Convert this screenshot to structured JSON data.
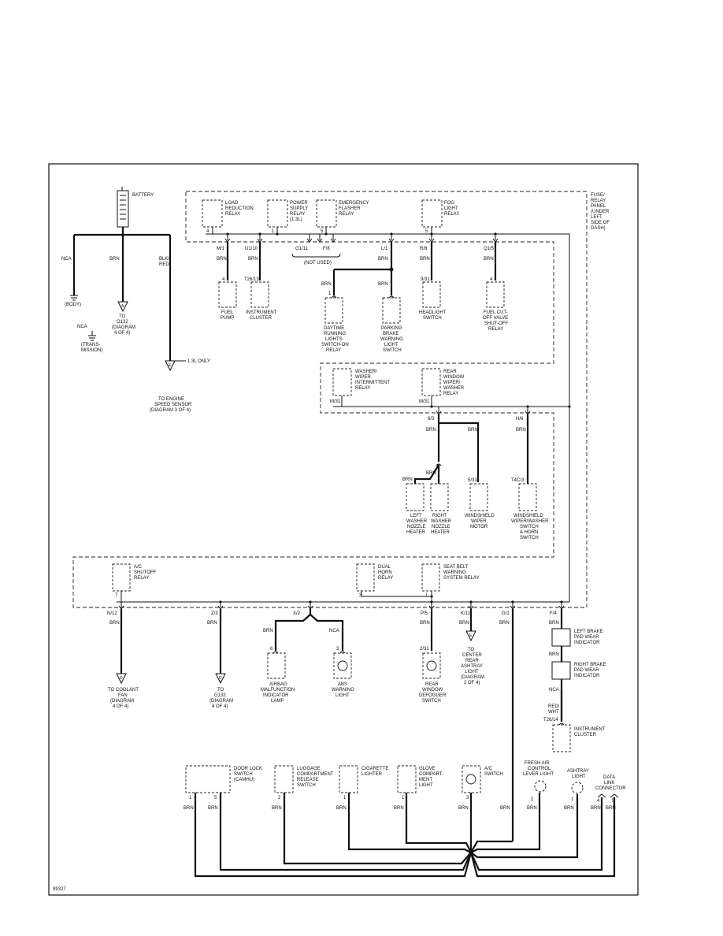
{
  "diagram_id": "99327",
  "battery": {
    "label": "BATTERY"
  },
  "ground_wires": {
    "left": "NCA",
    "mid": "BRN",
    "right_1": "BLK/",
    "right_2": "RED"
  },
  "ground_points": {
    "body": "(BODY)",
    "trans_wire": "NCA",
    "trans_1": "(TRANS-",
    "trans_2": "MISSION)",
    "g132_connector": "A",
    "g132_1": "TO",
    "g132_2": "G132",
    "g132_3": "(DIAGRAM",
    "g132_4": "4 OF 4)",
    "engine_only": "1.3L ONLY",
    "engine_connector": "E",
    "engine_1": "TO ENGINE",
    "engine_2": "SPEED SENSOR",
    "engine_3": "(DIAGRAM 3 OF 4)"
  },
  "panel": {
    "title_1": "FUSE/",
    "title_2": "RELAY",
    "title_3": "PANEL",
    "title_4": "(UNDER",
    "title_5": "LEFT",
    "title_6": "SIDE OF",
    "title_7": "DASH)"
  },
  "relays_top": {
    "load_1": "LOAD",
    "load_2": "REDUCTION",
    "load_3": "RELAY",
    "load_pin": "4",
    "power_1": "POWER",
    "power_2": "SUPPLY",
    "power_3": "RELAY",
    "power_4": "(1.3L)",
    "power_pin": "1",
    "emerg_1": "EMERGENCY",
    "emerg_2": "FLASHER",
    "emerg_3": "RELAY",
    "emerg_pin": "5",
    "fog_1": "FOG",
    "fog_2": "LIGHT",
    "fog_3": "RELAY",
    "fog_pin": "5"
  },
  "top_connectors": {
    "m1": "M/1",
    "u1": "U1/10",
    "g1": "G1/11",
    "f8": "F/8",
    "not_used": "(NOT USED)",
    "l1": "L/1",
    "r8": "R/8",
    "q15": "Q1/5"
  },
  "top_wires": {
    "w1": "BRN",
    "w2": "BRN",
    "w3": "BRN",
    "w4": "BRN",
    "w5": "BRN",
    "w6": "BRN",
    "w7": "BRN"
  },
  "top_components": {
    "fuel_pin": "4",
    "fuel_1": "FUEL",
    "fuel_2": "PUMP",
    "cluster_pin": "T26/13",
    "cluster_1": "INSTRUMENT",
    "cluster_2": "CLUSTER",
    "drl_pin": "1",
    "drl_1": "DAYTIME",
    "drl_2": "RUNNING",
    "drl_3": "LIGHTS",
    "drl_4": "SWITCH-ON",
    "drl_5": "RELAY",
    "pbrake_1": "PARKING",
    "pbrake_2": "BRAKE",
    "pbrake_3": "WARNING",
    "pbrake_4": "LIGHT",
    "pbrake_5": "SWITCH",
    "headlight_pin": "9/31",
    "headlight_1": "HEADLIGHT",
    "headlight_2": "SWITCH",
    "fuelcut_pin": "4",
    "fuelcut_1": "FUEL CUT-",
    "fuelcut_2": "OFF VALVE",
    "fuelcut_3": "SHUT-OFF",
    "fuelcut_4": "RELAY"
  },
  "washer_section": {
    "wiper_1": "WASHER/",
    "wiper_2": "WIPER",
    "wiper_3": "INTERMITTENT",
    "wiper_4": "RELAY",
    "wiper_pin": "M/31",
    "rear_1": "REAR",
    "rear_2": "WINDOW",
    "rear_3": "WIPER/",
    "rear_4": "WASHER",
    "rear_5": "RELAY",
    "rear_pin": "M/31",
    "conn_a": "6/3",
    "conn_b": "H/6",
    "wire_a": "BRN",
    "wire_b": "BRN",
    "wire_c": "BRN",
    "wire_d": "BRN",
    "wire_e": "BRN",
    "lwn_1": "LEFT",
    "lwn_2": "WASHER",
    "lwn_3": "NOZZLE",
    "lwn_4": "HEATER",
    "rwn_1": "RIGHT",
    "rwn_2": "WASHER",
    "rwn_3": "NOZZLE",
    "rwn_4": "HEATER",
    "wm_pin": "5/31",
    "wm_1": "WINDSHIELD",
    "wm_2": "WIPER",
    "wm_3": "MOTOR",
    "ws_pin": "T4C/3",
    "ws_1": "WINDSHIELD",
    "ws_2": "WIPER/WASHER",
    "ws_3": "SWITCH",
    "ws_4": "& HORN",
    "ws_5": "SWITCH"
  },
  "lower_relays": {
    "ac_1": "A/C",
    "ac_2": "SHUTOFF",
    "ac_3": "RELAY",
    "ac_pin": "7",
    "horn_1": "DUAL",
    "horn_2": "HORN",
    "horn_3": "RELAY",
    "horn_pin": "3",
    "seat_1": "SEAT BELT",
    "seat_2": "WARNING",
    "seat_3": "SYSTEM RELAY",
    "seat_pin": "1"
  },
  "lower_connectors": {
    "n12": "N/12",
    "z3": "Z/3",
    "x2": "X/2",
    "p5": "P/5",
    "k11": "K/11",
    "g1": "G/1",
    "f4": "F/4"
  },
  "lower_wires": {
    "n12_wire": "BRN",
    "z3_wire": "BRN",
    "x2_left": "BRN",
    "x2_right": "NCA",
    "p5_wire": "BRN",
    "k11_wire": "BRN",
    "g1_wire": "BRN",
    "f4_wire": "BRN"
  },
  "lower_components": {
    "fan_conn": "D",
    "fan_1": "TO COOLANT",
    "fan_2": "FAN",
    "fan_3": "(DIAGRAM",
    "fan_4": "4 OF 4)",
    "g132_conn": "D",
    "g132_1": "TO",
    "g132_2": "G132",
    "g132_3": "(DIAGRAM",
    "g132_4": "4 OF 4)",
    "airbag_pin": "6",
    "airbag_1": "AIRBAG",
    "airbag_2": "MALFUNCTION",
    "airbag_3": "INDICATOR",
    "airbag_4": "LAMP",
    "abs_pin": "3",
    "abs_1": "ABS",
    "abs_2": "WARNING",
    "abs_3": "LIGHT",
    "defog_pin": "2/31",
    "defog_1": "REAR",
    "defog_2": "WINDOW",
    "defog_3": "DEFOGGER",
    "defog_4": "SWITCH",
    "ashtray_conn": "E",
    "ashtray_1": "TO",
    "ashtray_2": "CENTER",
    "ashtray_3": "REAR",
    "ashtray_4": "ASHTRAY",
    "ashtray_5": "LIGHT",
    "ashtray_6": "(DIAGRAM",
    "ashtray_7": "2 OF 4)",
    "lbp_1": "LEFT BRAKE",
    "lbp_2": "PAD WEAR",
    "lbp_3": "INDICATOR",
    "mid_wire": "BRN",
    "rbp_1": "RIGHT BRAKE",
    "rbp_2": "PAD WEAR",
    "rbp_3": "INDICATOR",
    "nca_wire": "NCA",
    "red_1": "RED/",
    "red_2": "WHT",
    "ic_pin": "T26/14",
    "ic_1": "INSTRUMENT",
    "ic_2": "CLUSTER"
  },
  "bottom_components": {
    "doorlock_1": "DOOR LOCK",
    "doorlock_2": "SWITCH",
    "doorlock_3": "(CAMHU)",
    "doorlock_pin_a": "1",
    "doorlock_pin_b": "5",
    "luggage_1": "LUGGAGE",
    "luggage_2": "COMPARTMENT",
    "luggage_3": "RELEASE",
    "luggage_4": "SWITCH",
    "luggage_pin": "2",
    "cig_1": "CIGARETTE",
    "cig_2": "LIGHTER",
    "cig_pin": "1",
    "glove_1": "GLOVE",
    "glove_2": "COMPART-",
    "glove_3": "MENT",
    "glove_4": "LIGHT",
    "glove_pin": "1",
    "acsw_1": "A/C",
    "acsw_2": "SWITCH",
    "acsw_pin": "3",
    "fresh_1": "FRESH AIR",
    "fresh_2": "CONTROL",
    "fresh_3": "LEVER LIGHT",
    "fresh_pin": "2",
    "ash_1": "ASHTRAY",
    "ash_2": "LIGHT",
    "ash_pin": "1",
    "dlc_1": "DATA",
    "dlc_2": "LINK",
    "dlc_3": "CONNECTOR",
    "dlc_pin_a": "4",
    "dlc_pin_b": "5"
  },
  "bottom_wires": {
    "b1": "BRN",
    "b2": "BRN",
    "b3": "BRN",
    "b4": "BRN",
    "b5": "BRN",
    "b6": "BRN",
    "b7": "BRN",
    "b8": "BRN",
    "b9": "BRN",
    "b10": "BRN",
    "b11": "BRN"
  }
}
